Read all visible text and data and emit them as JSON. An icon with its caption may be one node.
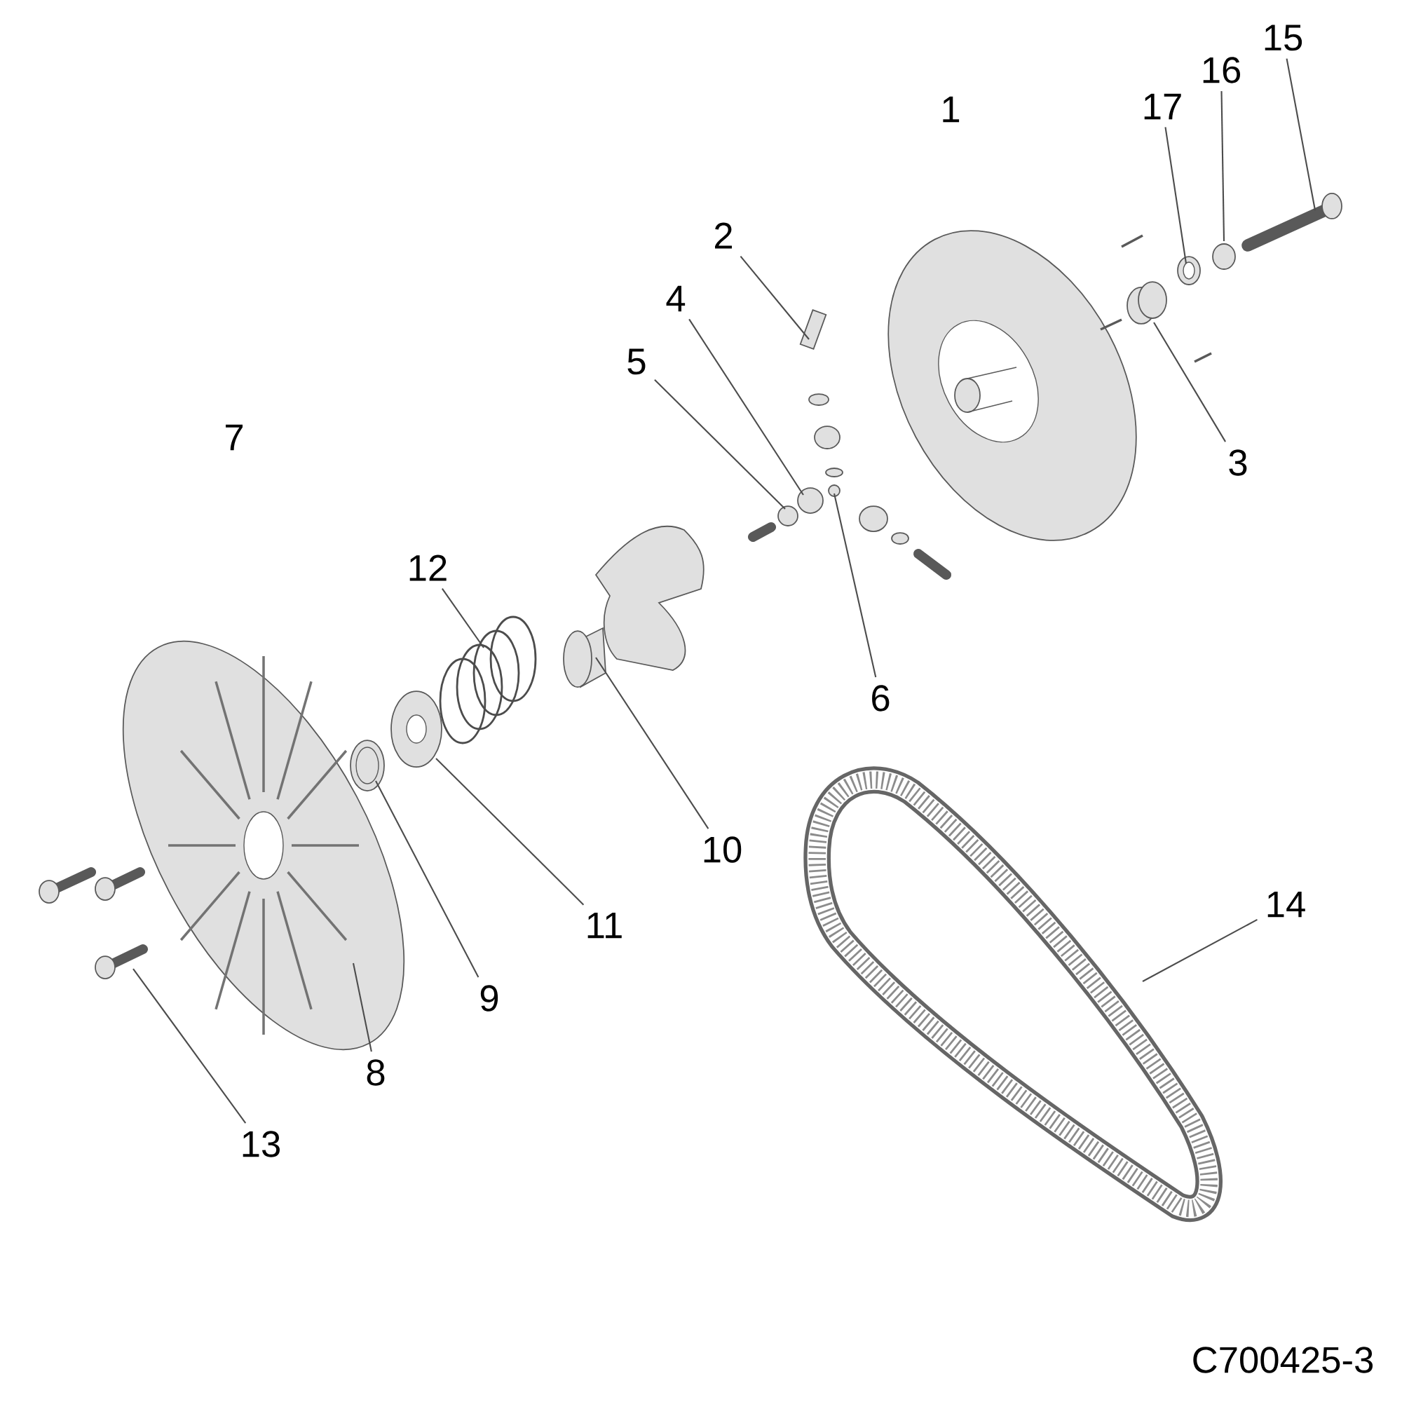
{
  "diagram": {
    "nodes": [
      {
        "text": [
          "15"
        ]
      },
      {
        "text": [
          "16"
        ]
      },
      {
        "text": [
          "17"
        ]
      },
      {
        "text": [
          "2"
        ]
      },
      {
        "text": [
          "4"
        ]
      },
      {
        "text": [
          "5"
        ]
      },
      {
        "text": [
          "3"
        ]
      },
      {
        "text": [
          "12"
        ]
      },
      {
        "text": [
          "6"
        ]
      },
      {
        "text": [
          "10"
        ]
      },
      {
        "text": [
          "14"
        ]
      },
      {
        "text": [
          "11"
        ]
      },
      {
        "text": [
          "9"
        ]
      },
      {
        "text": [
          "8"
        ]
      },
      {
        "text": [
          "13"
        ]
      }
    ],
    "edges": [
      {
        "from": 0,
        "to": null,
        "arrow": "none"
      },
      {
        "from": 1,
        "to": null,
        "arrow": "none"
      },
      {
        "from": 2,
        "to": null,
        "arrow": "none"
      },
      {
        "from": 3,
        "to": null,
        "arrow": "none"
      },
      {
        "from": 4,
        "to": null,
        "arrow": "none"
      },
      {
        "from": 5,
        "to": null,
        "arrow": "none"
      },
      {
        "from": 6,
        "to": null,
        "arrow": "none"
      },
      {
        "from": 7,
        "to": null,
        "arrow": "none"
      },
      {
        "from": 8,
        "to": null,
        "arrow": "none"
      },
      {
        "from": 9,
        "to": null,
        "arrow": "none"
      },
      {
        "from": 10,
        "to": null,
        "arrow": "none"
      },
      {
        "from": 11,
        "to": null,
        "arrow": "none"
      },
      {
        "from": 12,
        "to": null,
        "arrow": "none"
      },
      {
        "from": 13,
        "to": null,
        "arrow": "none"
      },
      {
        "from": 14,
        "to": null,
        "arrow": "none"
      }
    ],
    "labels": [
      "1",
      "7",
      "C700425-3"
    ]
  }
}
